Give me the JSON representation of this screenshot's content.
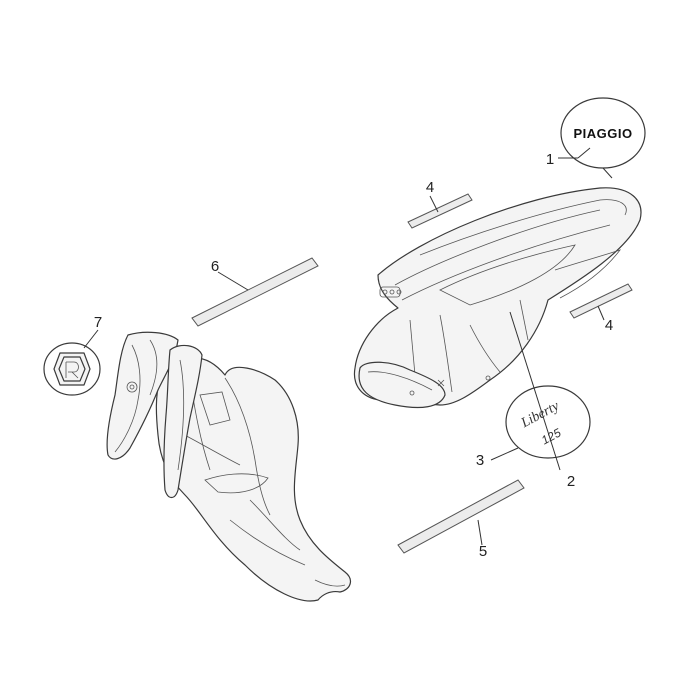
{
  "diagram": {
    "callouts": {
      "c1": "1",
      "c2": "2",
      "c3": "3",
      "c4a": "4",
      "c4b": "4",
      "c5": "5",
      "c6": "6",
      "c7": "7"
    },
    "decals": {
      "brand_badge": "PIAGGIO",
      "model_script": "Liberty",
      "model_number": "125"
    },
    "colors": {
      "line": "#3a3a3a",
      "part_fill": "#f4f4f4",
      "background": "#ffffff"
    }
  }
}
